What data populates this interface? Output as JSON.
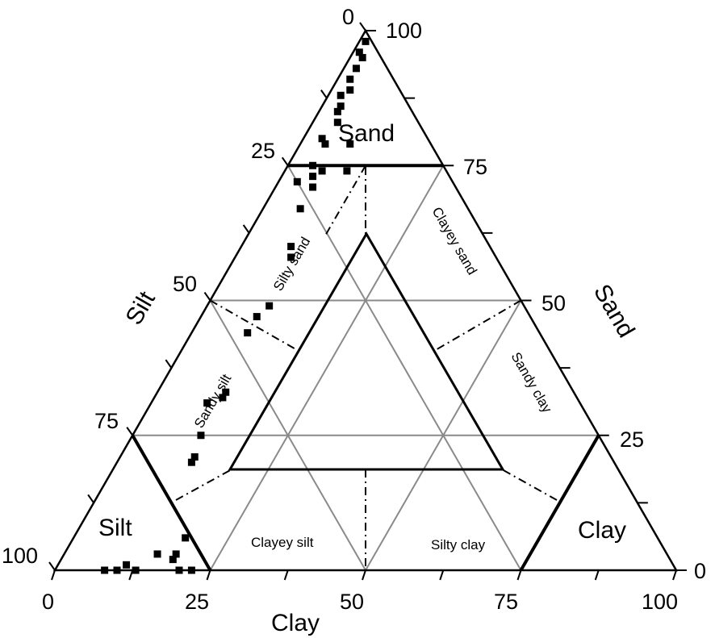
{
  "chart_data": {
    "type": "scatter",
    "subtype": "ternary",
    "title": "",
    "axes": {
      "clay": {
        "label": "Clay",
        "ticks": [
          "0",
          "25",
          "50",
          "75",
          "100"
        ],
        "position": "bottom"
      },
      "sand": {
        "label": "Sand",
        "ticks": [
          "0",
          "25",
          "50",
          "75",
          "100"
        ],
        "position": "right"
      },
      "silt": {
        "label": "Silt",
        "ticks": [
          "0",
          "25",
          "50",
          "75",
          "100"
        ],
        "position": "left"
      }
    },
    "regions": [
      {
        "name": "Sand",
        "label": "Sand"
      },
      {
        "name": "Silt",
        "label": "Silt"
      },
      {
        "name": "Clay",
        "label": "Clay"
      },
      {
        "name": "Silty sand",
        "label": "Silty sand"
      },
      {
        "name": "Clayey sand",
        "label": "Clayey sand"
      },
      {
        "name": "Sandy silt",
        "label": "Sandy silt"
      },
      {
        "name": "Sandy clay",
        "label": "Sandy clay"
      },
      {
        "name": "Clayey silt",
        "label": "Clayey silt"
      },
      {
        "name": "Silty clay",
        "label": "Silty clay"
      }
    ],
    "grid": true,
    "legend": null,
    "points_note": "sample points (approx. clay %, sand %) read from plot",
    "points": [
      {
        "clay": 1,
        "sand": 98
      },
      {
        "clay": 1,
        "sand": 96
      },
      {
        "clay": 2,
        "sand": 95
      },
      {
        "clay": 2,
        "sand": 93
      },
      {
        "clay": 2,
        "sand": 91
      },
      {
        "clay": 3,
        "sand": 89
      },
      {
        "clay": 2,
        "sand": 88
      },
      {
        "clay": 3,
        "sand": 86
      },
      {
        "clay": 3,
        "sand": 85
      },
      {
        "clay": 4,
        "sand": 83
      },
      {
        "clay": 3,
        "sand": 80
      },
      {
        "clay": 4,
        "sand": 79
      },
      {
        "clay": 5,
        "sand": 73
      },
      {
        "clay": 6,
        "sand": 71
      },
      {
        "clay": 6,
        "sand": 67
      },
      {
        "clay": 8,
        "sand": 79
      },
      {
        "clay": 4,
        "sand": 75
      },
      {
        "clay": 6,
        "sand": 74
      },
      {
        "clay": 10,
        "sand": 74
      },
      {
        "clay": 3,
        "sand": 72
      },
      {
        "clay": 8,
        "sand": 60
      },
      {
        "clay": 9,
        "sand": 58
      },
      {
        "clay": 10,
        "sand": 49
      },
      {
        "clay": 9,
        "sand": 47
      },
      {
        "clay": 9,
        "sand": 44
      },
      {
        "clay": 11,
        "sand": 33
      },
      {
        "clay": 11,
        "sand": 32
      },
      {
        "clay": 9,
        "sand": 31
      },
      {
        "clay": 11,
        "sand": 25
      },
      {
        "clay": 12,
        "sand": 21
      },
      {
        "clay": 12,
        "sand": 20
      },
      {
        "clay": 18,
        "sand": 6
      },
      {
        "clay": 15,
        "sand": 3
      },
      {
        "clay": 18,
        "sand": 3
      },
      {
        "clay": 18,
        "sand": 2
      },
      {
        "clay": 11,
        "sand": 1
      },
      {
        "clay": 13,
        "sand": 0
      },
      {
        "clay": 8,
        "sand": 0
      },
      {
        "clay": 10,
        "sand": 0
      },
      {
        "clay": 20,
        "sand": 0
      },
      {
        "clay": 22,
        "sand": 0
      }
    ]
  }
}
